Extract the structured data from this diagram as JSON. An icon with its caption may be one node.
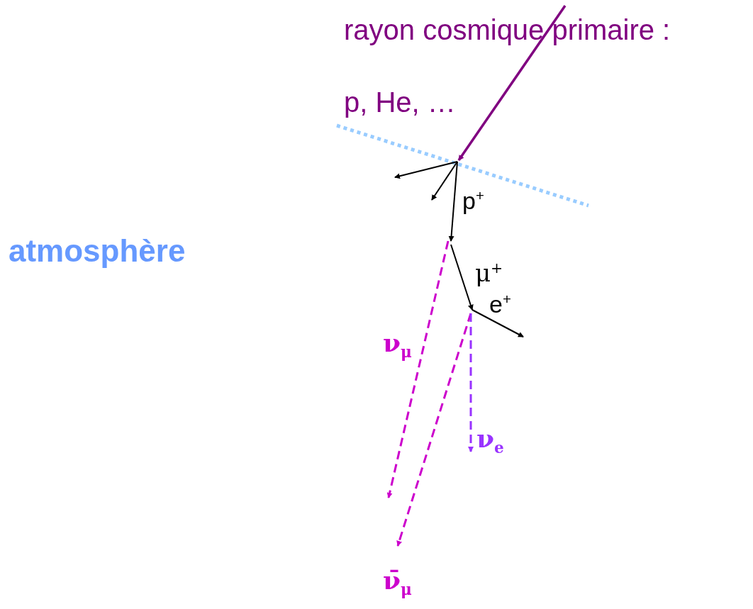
{
  "diagram": {
    "labels": [
      "rayon cosmique primaire :",
      "p, He, …",
      "atmosphère",
      "p$^{+}$",
      "μ$^{+}$",
      "e$^{+}$",
      "ν$_{μ}$",
      "ν$_{e}$",
      "ν̄$_{μ}$"
    ]
  }
}
